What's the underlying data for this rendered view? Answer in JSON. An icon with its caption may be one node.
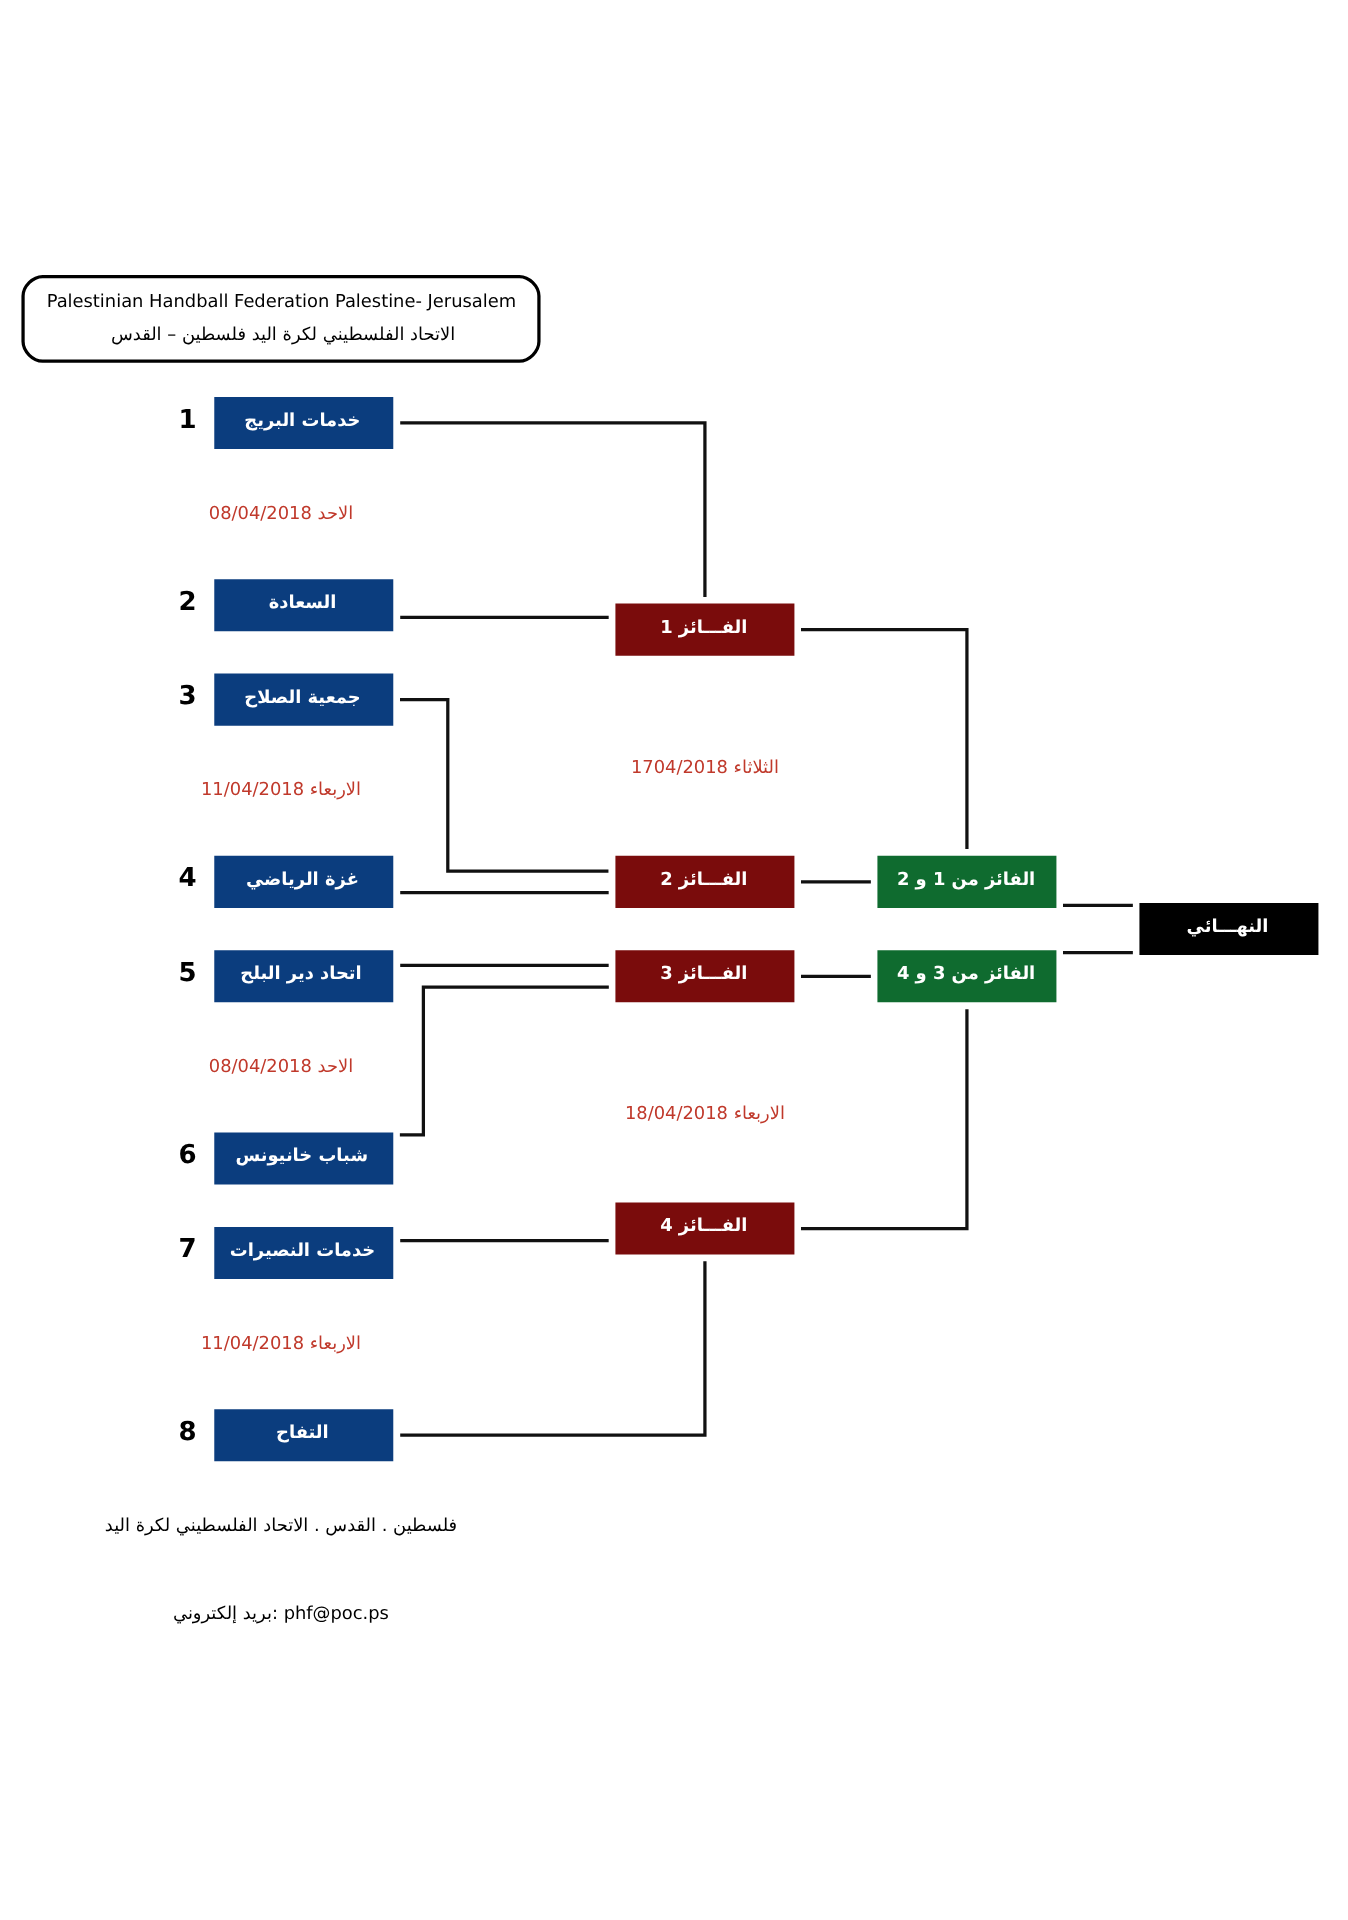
{
  "diagram": {
    "nodes": [
      {
        "text": [
          "Palestinian Handball Federation Palestine- Jerusalem",
          "الاتحاد الفلسطيني لكرة اليد فلسطين – القدس"
        ]
      },
      {
        "text": [
          "خدمات البريج"
        ],
        "beside": [
          "1"
        ]
      },
      {
        "text": [
          "السعادة"
        ],
        "beside": [
          "2"
        ]
      },
      {
        "text": [
          "جمعية الصلاح"
        ],
        "beside": [
          "3"
        ]
      },
      {
        "text": [
          "غزة الرياضي"
        ],
        "beside": [
          "4"
        ]
      },
      {
        "text": [
          "اتحاد دير البلح"
        ],
        "beside": [
          "5"
        ]
      },
      {
        "text": [
          "شباب خانيونس"
        ],
        "beside": [
          "6"
        ]
      },
      {
        "text": [
          "خدمات النصيرات"
        ],
        "beside": [
          "7"
        ]
      },
      {
        "text": [
          "التفاح"
        ],
        "beside": [
          "8"
        ]
      },
      {
        "text": [
          "الفـــائز 1"
        ]
      },
      {
        "text": [
          "الفـــائز 2"
        ]
      },
      {
        "text": [
          "الفـــائز 3"
        ]
      },
      {
        "text": [
          "الفـــائز 4"
        ]
      },
      {
        "text": [
          "الفائز من 1 و 2"
        ]
      },
      {
        "text": [
          "الفائز من 3 و 4"
        ]
      },
      {
        "text": [
          "النهـــائي"
        ]
      }
    ],
    "edges": [
      {
        "from": 1,
        "to": 9,
        "arrow": "none"
      },
      {
        "from": 2,
        "to": 9,
        "arrow": "none"
      },
      {
        "from": 3,
        "to": 10,
        "arrow": "none"
      },
      {
        "from": 4,
        "to": 10,
        "arrow": "none"
      },
      {
        "from": 5,
        "to": 11,
        "arrow": "none"
      },
      {
        "from": 6,
        "to": 11,
        "arrow": "none"
      },
      {
        "from": 7,
        "to": 12,
        "arrow": "none"
      },
      {
        "from": 8,
        "to": 12,
        "arrow": "none"
      },
      {
        "from": 9,
        "to": 13,
        "arrow": "none"
      },
      {
        "from": 10,
        "to": 13,
        "arrow": "none"
      },
      {
        "from": 11,
        "to": 14,
        "arrow": "none"
      },
      {
        "from": 12,
        "to": 14,
        "arrow": "none"
      },
      {
        "from": 13,
        "to": 15,
        "arrow": "none"
      },
      {
        "from": 14,
        "to": 15,
        "arrow": "none"
      }
    ],
    "labels": [
      "الاحد 08/04/2018",
      "الثلاثاء 1704/2018",
      "الاربعاء 11/04/2018",
      "الاحد 08/04/2018",
      "الاربعاء 18/04/2018",
      "الاربعاء 11/04/2018",
      "فلسطين . القدس . الاتحاد الفلسطيني لكرة اليد",
      "بريد إلكتروني: phf@poc.ps"
    ]
  }
}
